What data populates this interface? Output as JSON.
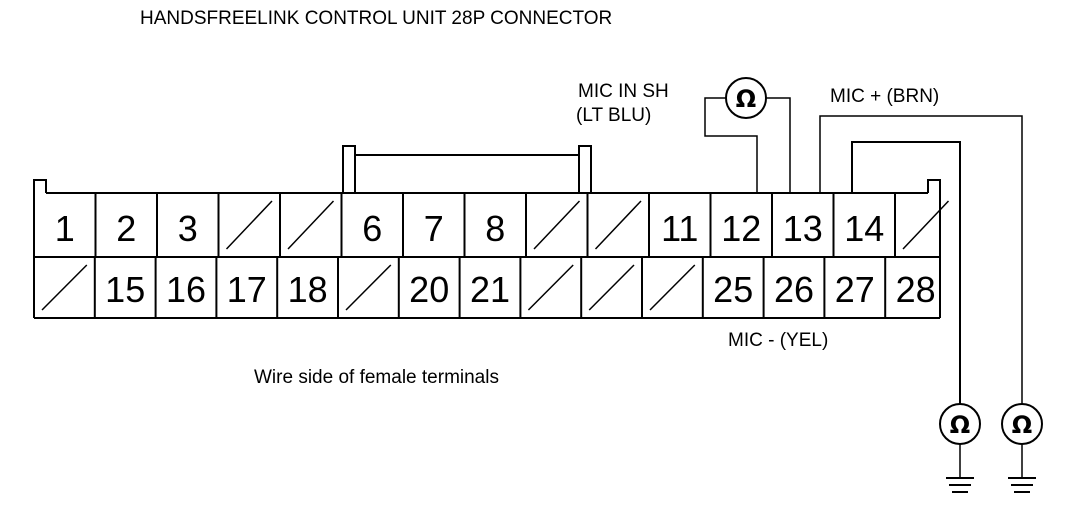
{
  "title": "HANDSFREELINK CONTROL UNIT 28P CONNECTOR",
  "caption": "Wire side of female terminals",
  "labels": {
    "mic_in_sh_line1": "MIC IN SH",
    "mic_in_sh_line2": "(LT BLU)",
    "mic_plus": "MIC + (BRN)",
    "mic_minus": "MIC - (YEL)"
  },
  "ohm_symbol": "Ω",
  "connector": {
    "top_row": [
      "1",
      "2",
      "3",
      "",
      "",
      "6",
      "7",
      "8",
      "",
      "",
      "11",
      "12",
      "13",
      "14",
      ""
    ],
    "bottom_row": [
      "",
      "15",
      "16",
      "17",
      "18",
      "",
      "20",
      "21",
      "",
      "",
      "",
      "25",
      "26",
      "27",
      "28"
    ]
  }
}
